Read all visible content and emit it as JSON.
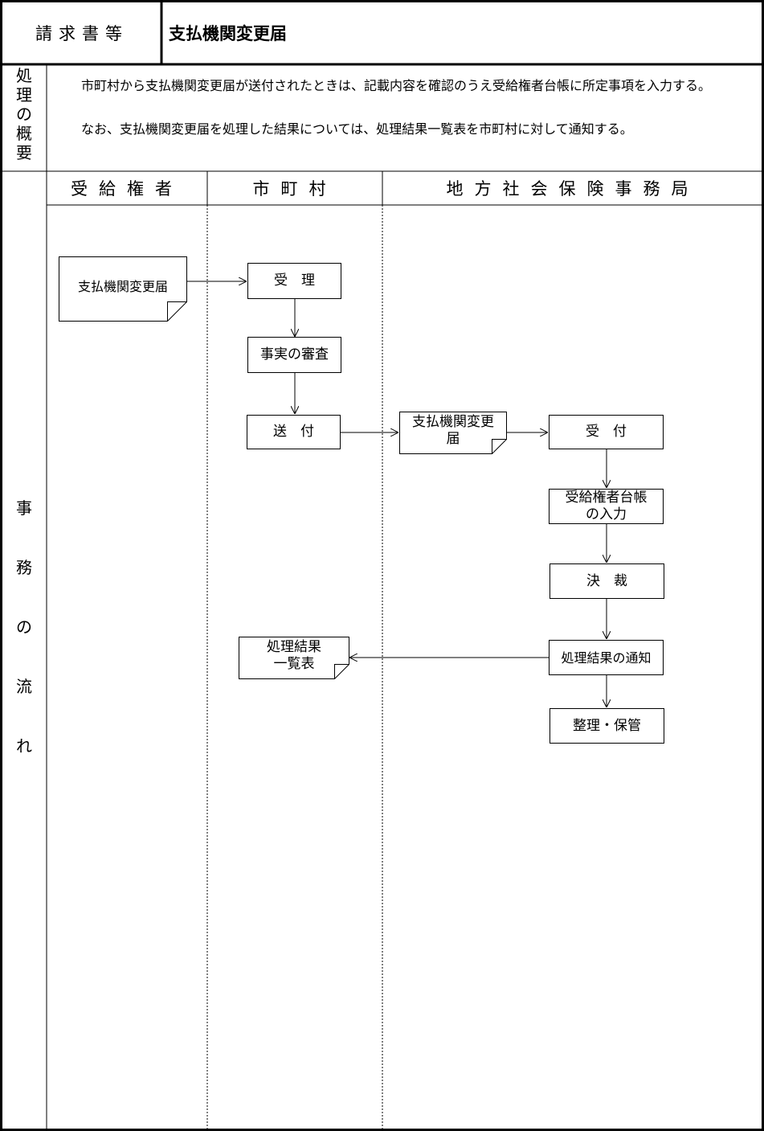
{
  "header": {
    "label": "請求書等",
    "title": "支払機関変更届"
  },
  "summary": {
    "label": [
      "処",
      "理",
      "の",
      "概",
      "要"
    ],
    "paragraphs": [
      "市町村から支払機関変更届が送付されたときは、記載内容を確認のうえ受給権者台帳に所定事項を入力する。",
      "なお、支払機関変更届を処理した結果については、処理結果一覧表を市町村に対して通知する。"
    ]
  },
  "flow": {
    "label": [
      "事",
      "務",
      "の",
      "流",
      "れ"
    ],
    "lanes": [
      "受給権者",
      "市町村",
      "地方社会保険事務局"
    ],
    "nodes": {
      "doc_beneficiary": "支払機関変更届",
      "receipt": "受　理",
      "fact_review": "事実の審査",
      "send": "送　付",
      "doc_office": "支払機関変更\n届",
      "accept": "受　付",
      "ledger_input": "受給権者台帳\nの入力",
      "decision": "決　裁",
      "notify": "処理結果の通知",
      "result_list": "処理結果\n一覧表",
      "file": "整理・保管"
    }
  }
}
